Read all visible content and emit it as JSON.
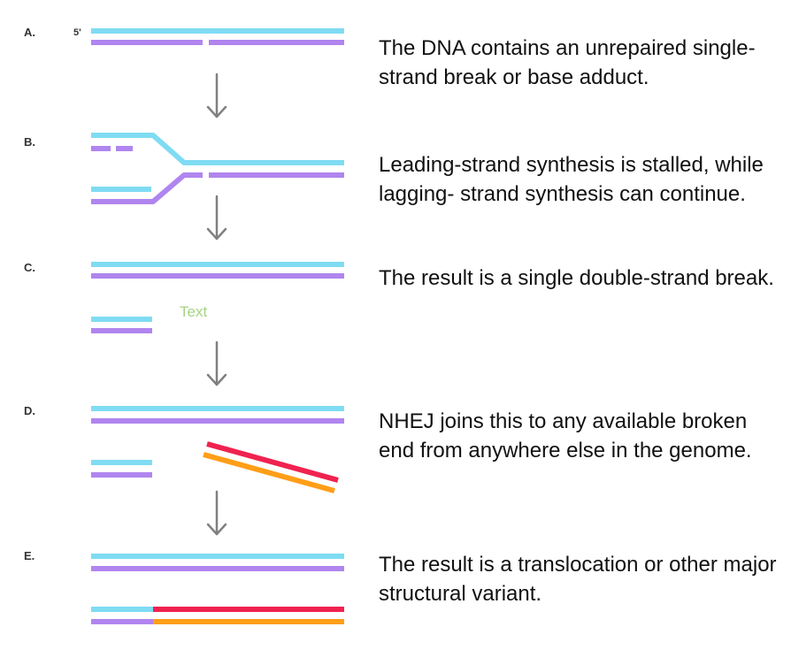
{
  "colors": {
    "top_strand": "#7fdcf3",
    "bottom_strand": "#b085ef",
    "other_top": "#f0224f",
    "other_bottom": "#ff9e18",
    "arrow": "#808080",
    "placeholder": "#a4d483"
  },
  "labels": {
    "five_prime": "5'",
    "placeholder": "Text"
  },
  "steps": [
    {
      "letter": "A.",
      "text": "The DNA contains an unrepaired single-strand break or base adduct."
    },
    {
      "letter": "B.",
      "text": "Leading-strand synthesis is stalled, while lagging- strand synthesis can continue."
    },
    {
      "letter": "C.",
      "text": "The result is a single double-strand break."
    },
    {
      "letter": "D.",
      "text": "NHEJ joins this to any available broken end from anywhere else in the genome."
    },
    {
      "letter": "E.",
      "text": "The result is a translocation or other major structural variant."
    }
  ]
}
